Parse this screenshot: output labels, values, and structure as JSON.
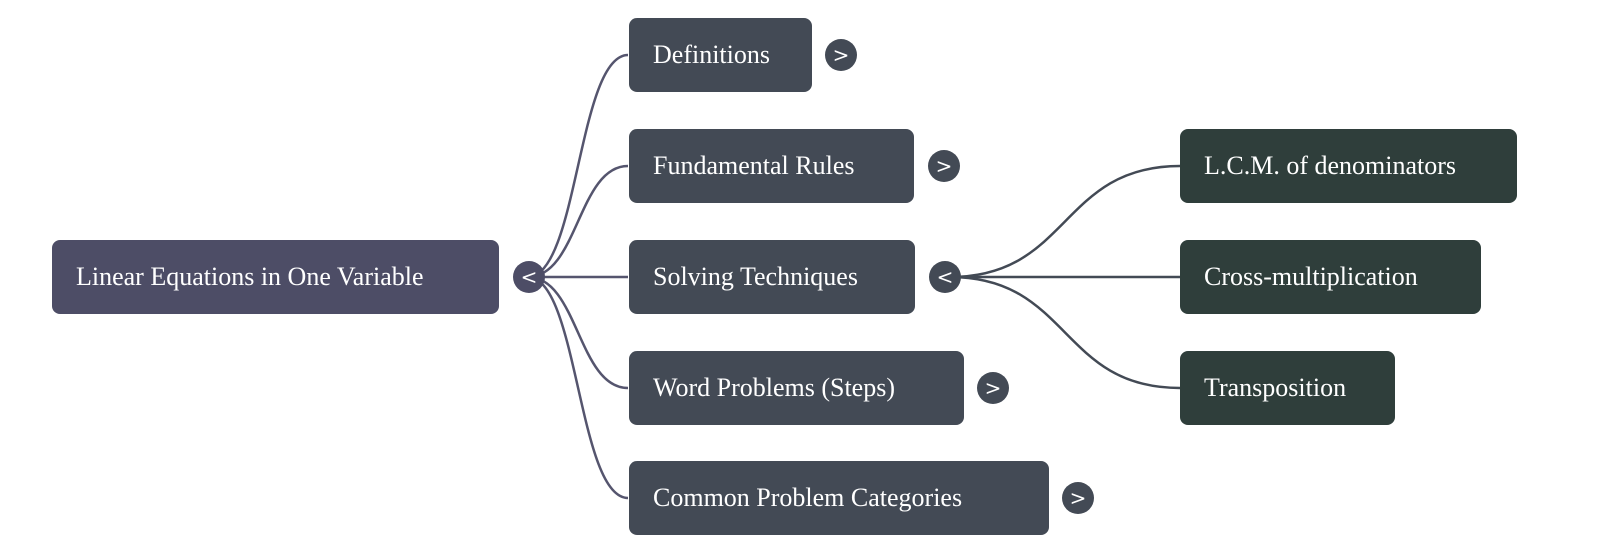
{
  "mindmap": {
    "root": {
      "label": "Linear Equations in One Variable",
      "toggle": "<"
    },
    "branches": [
      {
        "label": "Definitions",
        "toggle": ">"
      },
      {
        "label": "Fundamental Rules",
        "toggle": ">"
      },
      {
        "label": "Solving Techniques",
        "toggle": "<",
        "children": [
          {
            "label": "L.C.M. of denominators"
          },
          {
            "label": "Cross-multiplication"
          },
          {
            "label": "Transposition"
          }
        ]
      },
      {
        "label": "Word Problems (Steps)",
        "toggle": ">"
      },
      {
        "label": "Common Problem Categories",
        "toggle": ">"
      }
    ]
  },
  "colors": {
    "root_fill": "#4d4d66",
    "branch_fill": "#434a55",
    "leaf_fill": "#2f3e3b",
    "root_connector": "#55556e",
    "branch_connector": "#434a55"
  }
}
